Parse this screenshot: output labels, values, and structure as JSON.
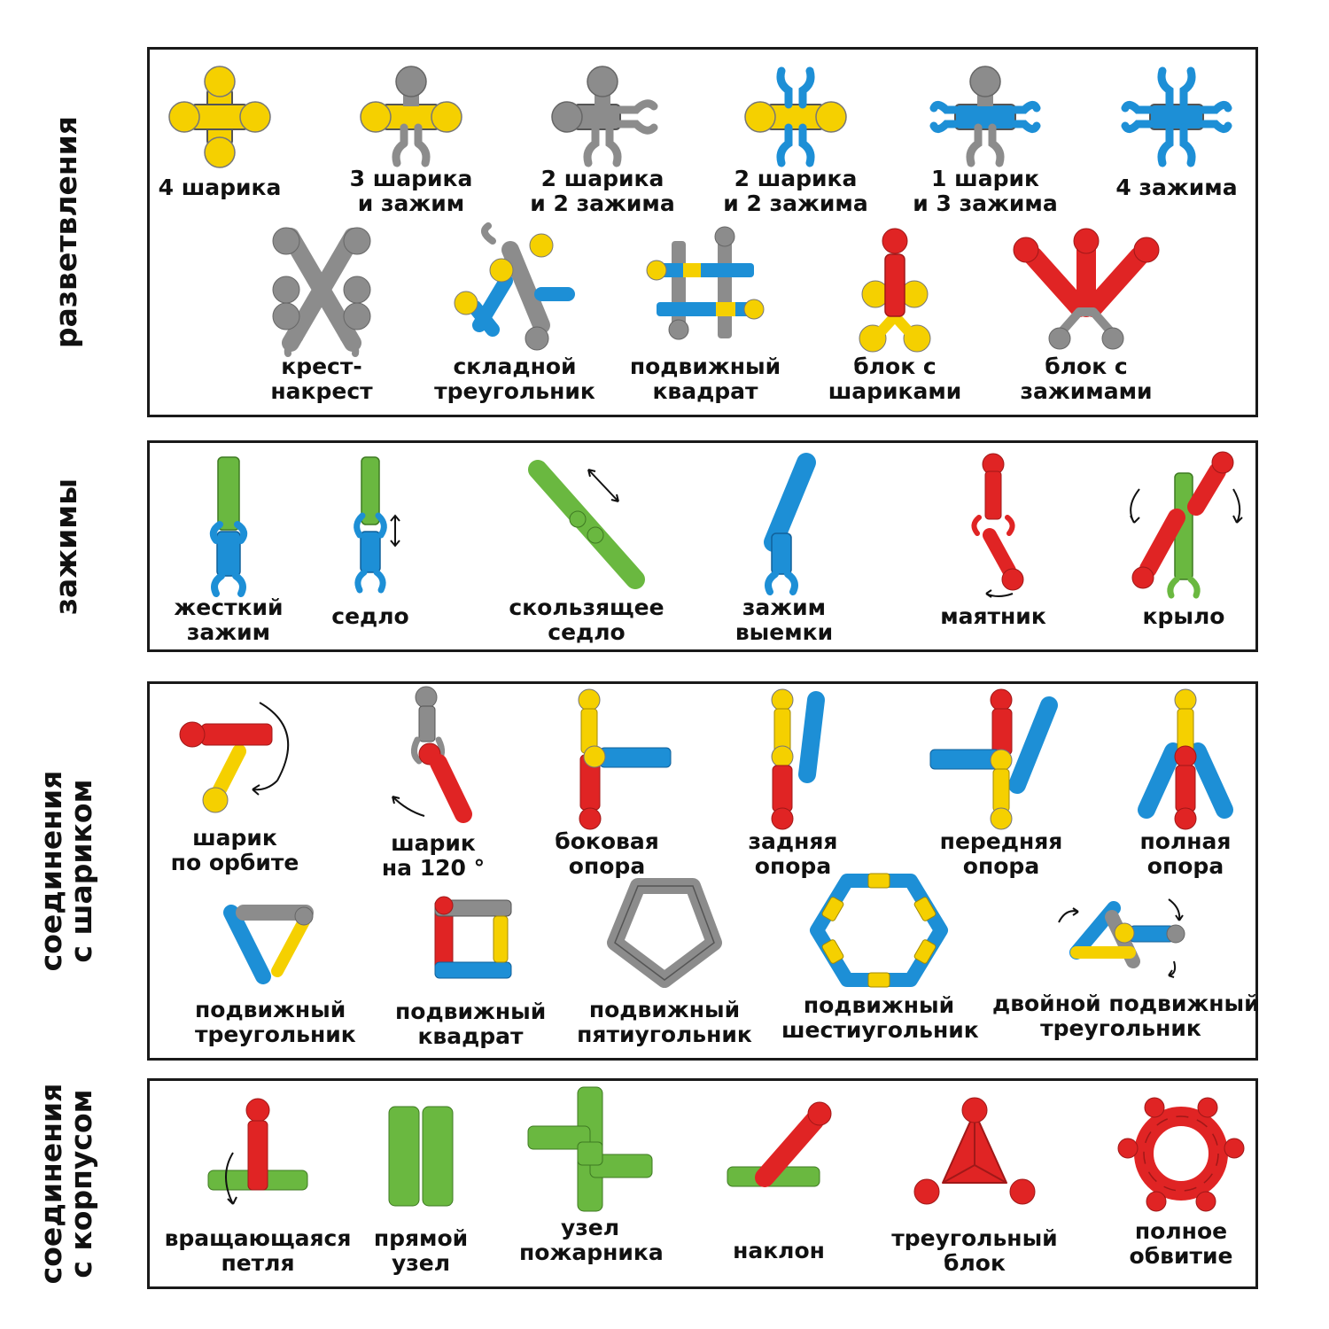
{
  "colors": {
    "yellow": "#f5d000",
    "gray": "#8c8c8c",
    "blue": "#1d8fd6",
    "green": "#6ab840",
    "red": "#e02424",
    "border": "#1a1a1a"
  },
  "sections": {
    "razvetvleniya": {
      "title": [
        "разветвления"
      ],
      "items": [
        {
          "lines": [
            "4 шарика"
          ],
          "icon": "four-balls-icon"
        },
        {
          "lines": [
            "3 шарика",
            "и зажим"
          ],
          "icon": "three-balls-one-clip-icon"
        },
        {
          "lines": [
            "2 шарика",
            "и 2 зажима"
          ],
          "icon": "two-balls-two-clips-gray-icon"
        },
        {
          "lines": [
            "2 шарика",
            "и 2 зажима"
          ],
          "icon": "two-balls-two-clips-icon"
        },
        {
          "lines": [
            "1 шарик",
            "и 3 зажима"
          ],
          "icon": "one-ball-three-clips-icon"
        },
        {
          "lines": [
            "4 зажима"
          ],
          "icon": "four-clips-icon"
        },
        {
          "lines": [
            "крест-",
            "накрест"
          ],
          "icon": "criss-cross-icon"
        },
        {
          "lines": [
            "складной",
            "треугольник"
          ],
          "icon": "folding-triangle-icon"
        },
        {
          "lines": [
            "подвижный",
            "квадрат"
          ],
          "icon": "movable-square-icon"
        },
        {
          "lines": [
            "блок с",
            "шариками"
          ],
          "icon": "block-with-balls-icon"
        },
        {
          "lines": [
            "блок с",
            "зажимами"
          ],
          "icon": "block-with-clips-icon"
        }
      ]
    },
    "zazhimy": {
      "title": [
        "зажимы"
      ],
      "items": [
        {
          "lines": [
            "жесткий",
            "зажим"
          ],
          "icon": "rigid-clip-icon"
        },
        {
          "lines": [
            "седло"
          ],
          "icon": "saddle-icon"
        },
        {
          "lines": [
            "скользящее",
            "седло"
          ],
          "icon": "sliding-saddle-icon"
        },
        {
          "lines": [
            "зажим",
            "выемки"
          ],
          "icon": "notch-clip-icon"
        },
        {
          "lines": [
            "маятник"
          ],
          "icon": "pendulum-icon"
        },
        {
          "lines": [
            "крыло"
          ],
          "icon": "wing-icon"
        }
      ]
    },
    "soedineniya_sharikom": {
      "title": [
        "соединения",
        "с шариком"
      ],
      "items": [
        {
          "lines": [
            "шарик",
            "по орбите"
          ],
          "icon": "orbit-ball-icon"
        },
        {
          "lines": [
            "шарик",
            "на 120 °"
          ],
          "icon": "ball-120-icon"
        },
        {
          "lines": [
            "боковая",
            "опора"
          ],
          "icon": "side-support-icon"
        },
        {
          "lines": [
            "задняя",
            "опора"
          ],
          "icon": "back-support-icon"
        },
        {
          "lines": [
            "передняя",
            "опора"
          ],
          "icon": "front-support-icon"
        },
        {
          "lines": [
            "полная",
            "опора"
          ],
          "icon": "full-support-icon"
        },
        {
          "lines": [
            "подвижный",
            "треугольник"
          ],
          "icon": "movable-triangle-icon"
        },
        {
          "lines": [
            "подвижный",
            "квадрат"
          ],
          "icon": "movable-square-2-icon"
        },
        {
          "lines": [
            "подвижный",
            "пятиугольник"
          ],
          "icon": "movable-pentagon-icon"
        },
        {
          "lines": [
            "подвижный",
            "шестиугольник"
          ],
          "icon": "movable-hexagon-icon"
        },
        {
          "lines": [
            "двойной подвижный",
            "треугольник"
          ],
          "icon": "double-movable-triangle-icon"
        }
      ]
    },
    "soedineniya_korpusom": {
      "title": [
        "соединения",
        "с корпусом"
      ],
      "items": [
        {
          "lines": [
            "вращающаяся",
            "петля"
          ],
          "icon": "rotating-loop-icon"
        },
        {
          "lines": [
            "прямой",
            "узел"
          ],
          "icon": "straight-knot-icon"
        },
        {
          "lines": [
            "узел",
            "пожарника"
          ],
          "icon": "firefighter-knot-icon"
        },
        {
          "lines": [
            "наклон"
          ],
          "icon": "tilt-icon"
        },
        {
          "lines": [
            "треугольный",
            "блок"
          ],
          "icon": "triangular-block-icon"
        },
        {
          "lines": [
            "полное",
            "обвитие"
          ],
          "icon": "full-wrap-icon"
        }
      ]
    }
  }
}
